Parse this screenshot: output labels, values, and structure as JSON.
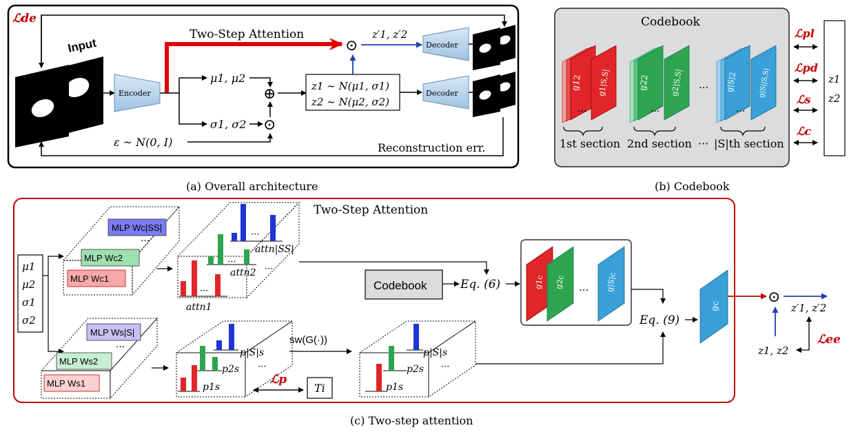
{
  "panel_a": {
    "loss_label": "ℒde",
    "title": "Two-Step Attention",
    "input_label": "Input",
    "encoder": "Encoder",
    "decoder_top": "Decoder",
    "decoder_bottom": "Decoder",
    "mu_label": "μ1, μ2",
    "sigma_label": "σ1, σ2",
    "epsilon_label": "ε ~ N(0, I)",
    "sample_z1": "z1 ~ N(μ1, σ1)",
    "sample_z2": "z2 ~ N(μ2, σ2)",
    "zprime_label": "z′1, z′2",
    "recon_label": "Reconstruction err.",
    "odot": "⊙",
    "oplus": "⊕",
    "caption": "(a) Overall architecture"
  },
  "panel_b": {
    "title": "Codebook",
    "loss_pl": "ℒpl",
    "loss_pd": "ℒpd",
    "loss_s": "ℒs",
    "loss_c": "ℒc",
    "z1": "z1",
    "z2": "z2",
    "section_1": "1st section",
    "section_2": "2nd section",
    "section_dots": "···",
    "section_last": "|S|th section",
    "card_red_front": "g1|S,S|",
    "card_red_back": "g12",
    "card_green_front": "g2|S,S|",
    "card_green_back": "g22",
    "card_blue_front": "g|S||S,S|",
    "card_blue_back": "g|S|2",
    "dots": "···",
    "caption": "(b) Codebook"
  },
  "panel_c": {
    "title": "Two-Step Attention",
    "inputs": [
      "μ1",
      "μ2",
      "σ1",
      "σ2"
    ],
    "mlp_c_1": "MLP Wc1",
    "mlp_c_2": "MLP Wc2",
    "mlp_c_n": "MLP Wc|SS|",
    "mlp_s_1": "MLP Ws1",
    "mlp_s_2": "MLP Ws2",
    "mlp_s_n": "MLP Ws|S|",
    "attn_1": "attn1",
    "attn_2": "attn2",
    "attn_n": "attn|SS|",
    "codebook_box": "Codebook",
    "eq6": "Eq. (6)",
    "eq9": "Eq. (9)",
    "gc_front": "gc",
    "gc_card_1": "g1c",
    "gc_card_2": "g2c",
    "gc_card_n": "g|S|c",
    "ps_1": "p1s",
    "ps_2": "p2s",
    "ps_n": "p|S|s",
    "sw_label": "sw(G(·))",
    "loss_p": "ℒp",
    "ti": "Ti",
    "odot": "⊙",
    "zprime": "z′1, z′2",
    "z12": "z1, z2",
    "loss_ee": "ℒee",
    "dots": "···",
    "caption": "(c) Two-step attention"
  },
  "colors": {
    "red_accent": "#c00000",
    "blue_arrow": "#1f3fa8",
    "card_red": "#e0262a",
    "card_green": "#2ea44f",
    "card_blue": "#3aa0d8",
    "mlp_blue": "#7b7cf0",
    "mlp_green": "#9fe0b0",
    "mlp_red": "#f7a9a9",
    "codebook_bg": "#dcdcdc"
  }
}
